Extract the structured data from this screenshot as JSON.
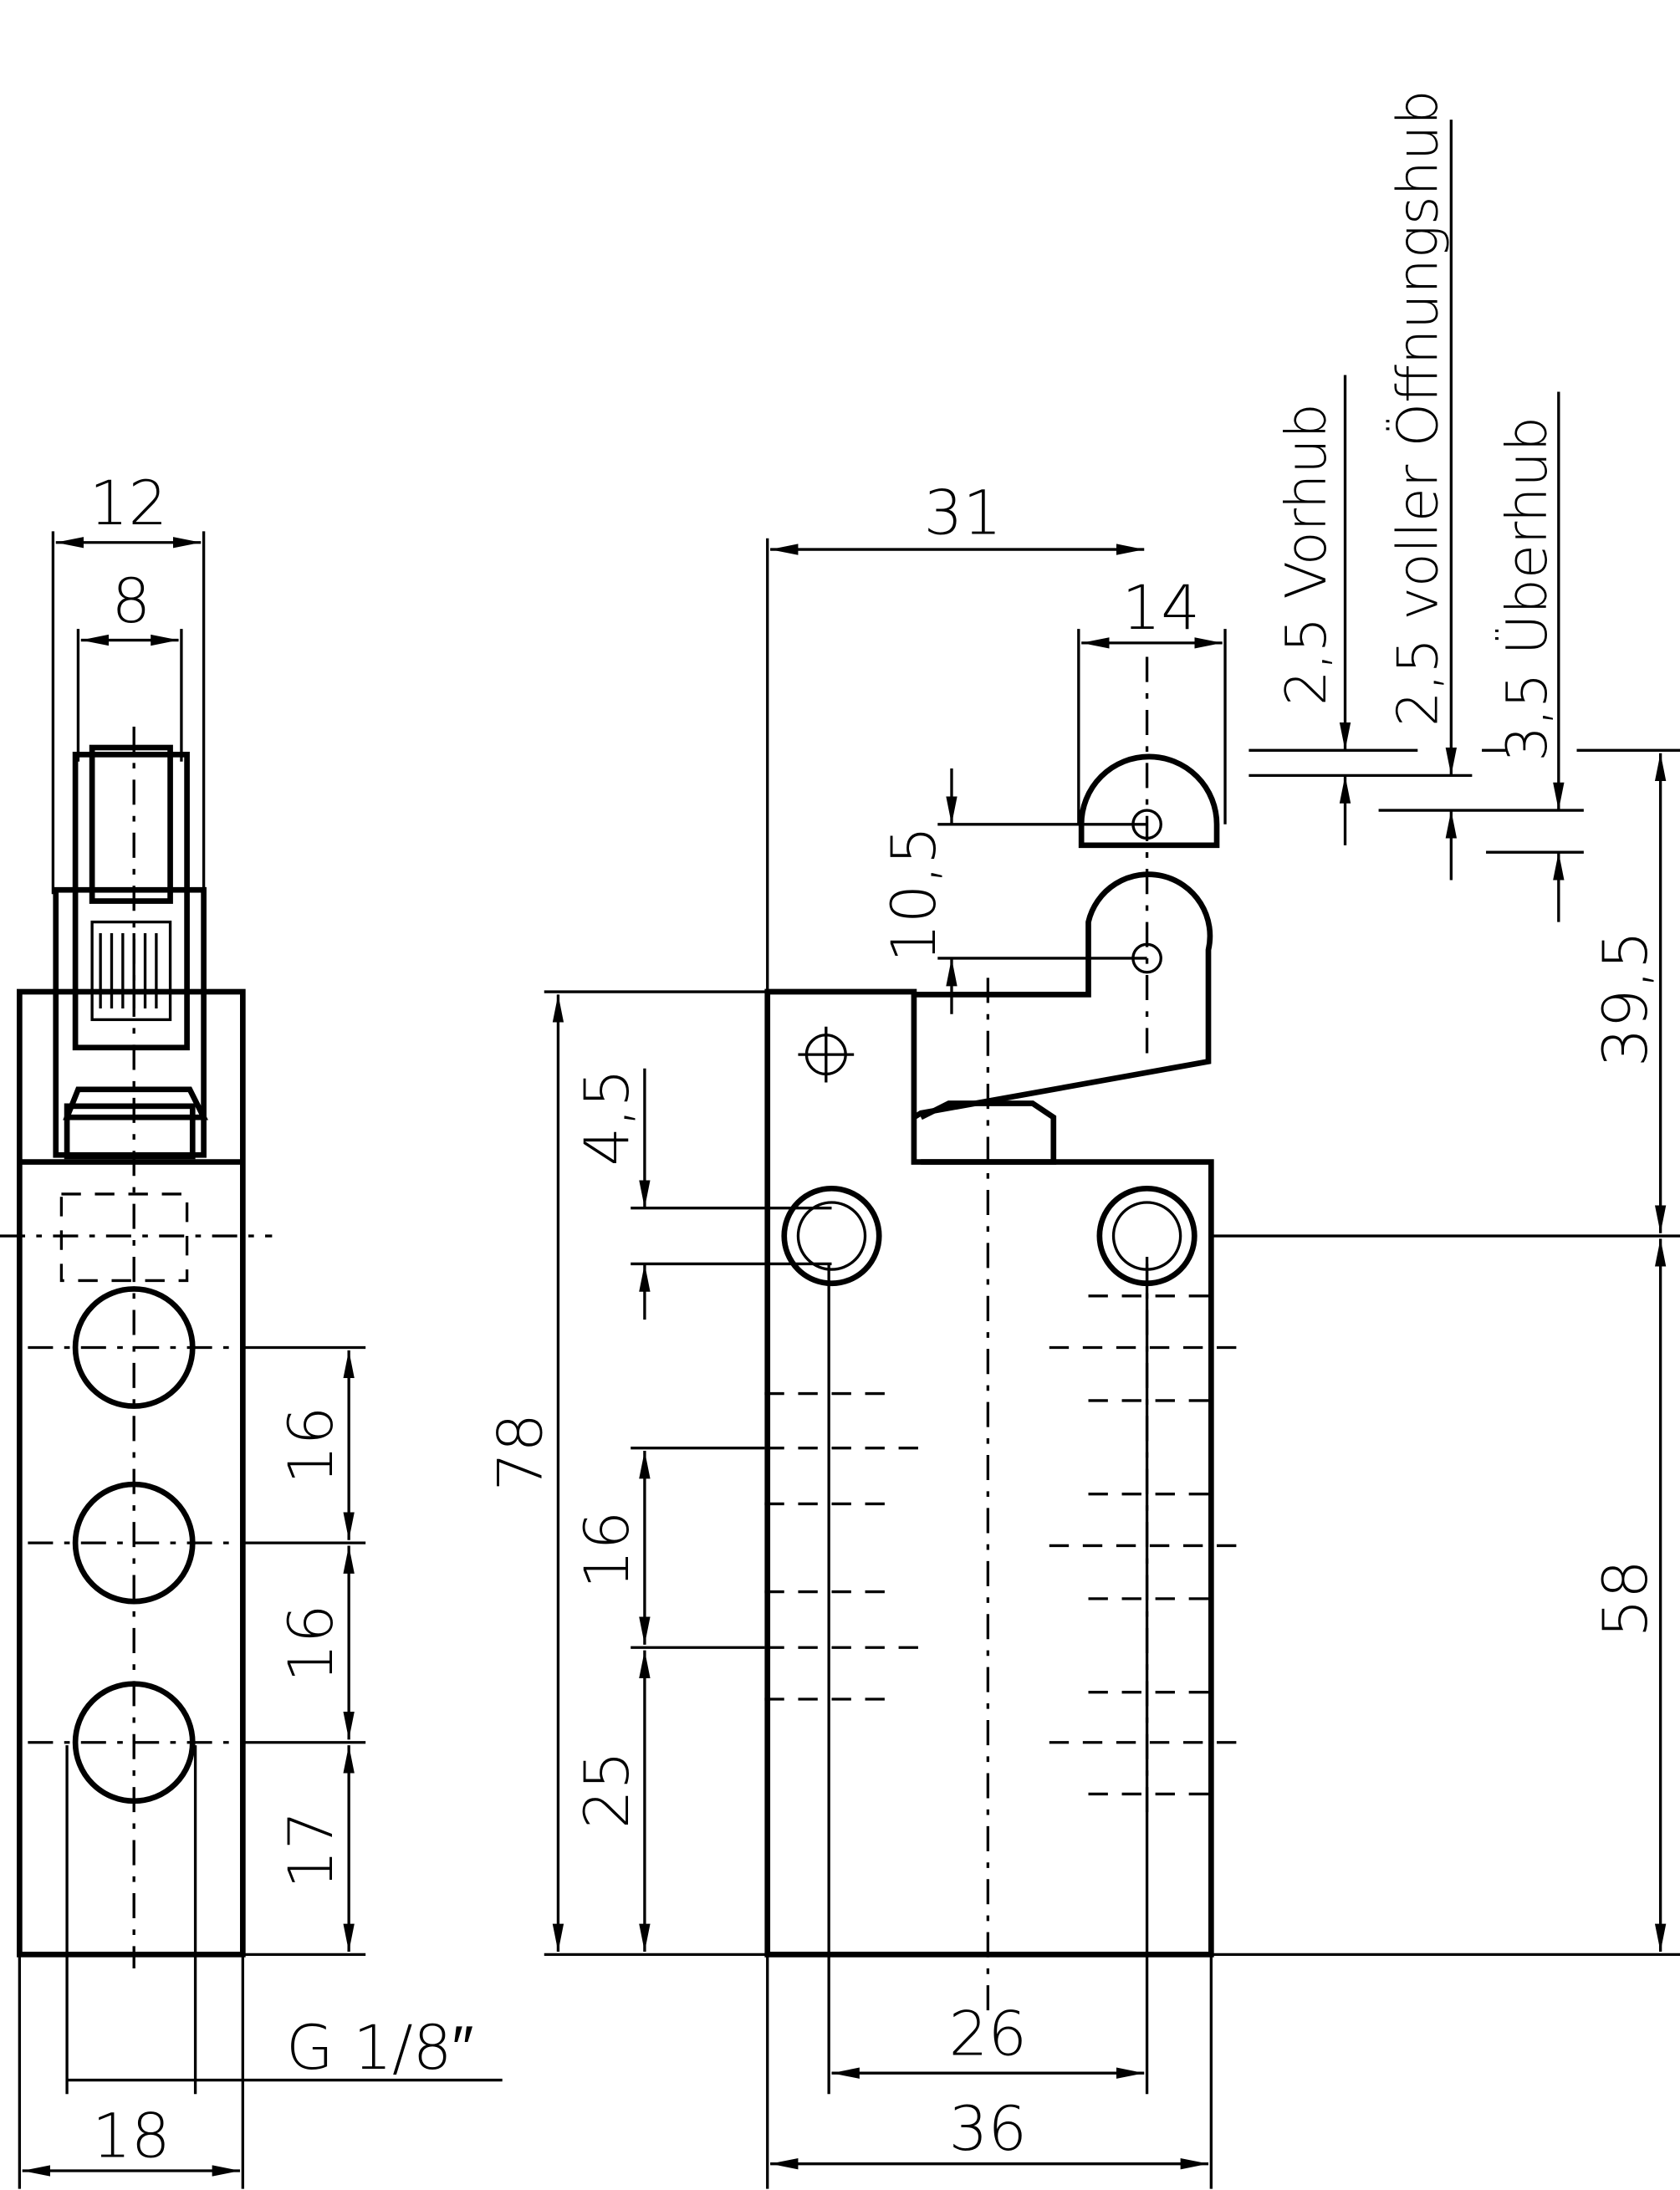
{
  "left_view": {
    "dim_width_top": "12",
    "dim_roller": "8",
    "dim_pitch_1": "16",
    "dim_pitch_2": "16",
    "dim_bottom": "17",
    "dim_width": "18",
    "port_label": "G 1/8″"
  },
  "right_view": {
    "dim_31": "31",
    "dim_14": "14",
    "dim_10_5": "10,5",
    "dim_4_5": "4,5",
    "dim_78": "78",
    "dim_16": "16",
    "dim_25": "25",
    "dim_39_5": "39,5",
    "dim_58": "58",
    "dim_26": "26",
    "dim_36": "36",
    "stroke_pre": "2,5 Vorhub",
    "stroke_full": "2,5 voller Öffnungshub",
    "stroke_over": "3,5 Überhub"
  }
}
